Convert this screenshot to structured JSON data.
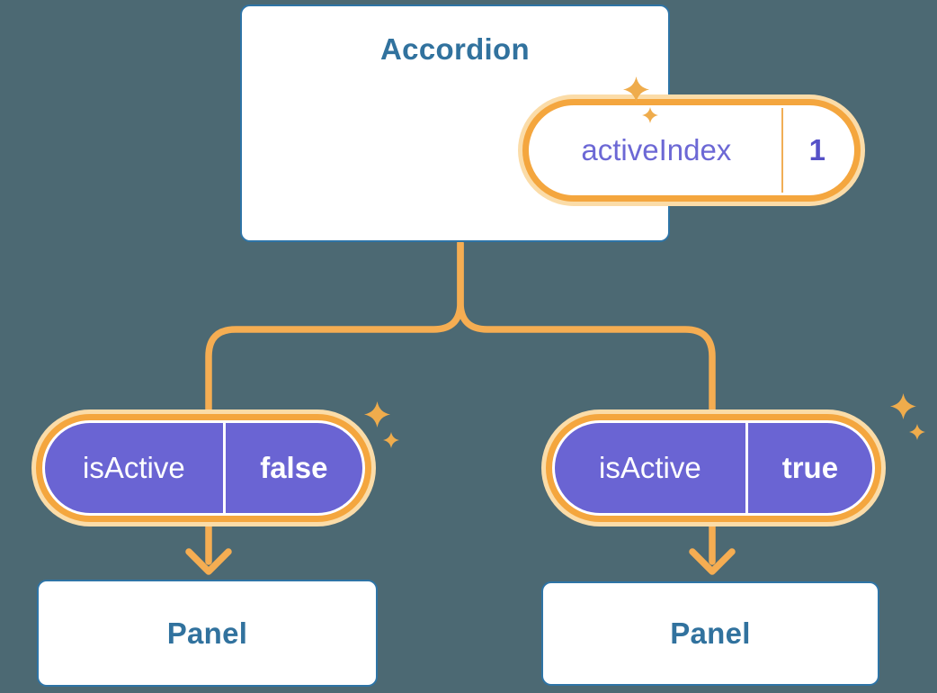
{
  "colors": {
    "background": "#4C6973",
    "card_bg": "#FFFFFF",
    "card_border": "#2E74A6",
    "title_text": "#31729E",
    "orange_line": "#F5AD52",
    "orange_ring": "#F4A63E",
    "orange_glow": "#FBDCA8",
    "orange_divider": "#F1AE56",
    "sparkle": "#EFAC4C",
    "purple_bg": "#6A64D3",
    "purple_label": "#6C68D5",
    "purple_value": "#5551C7",
    "white": "#FFFFFF"
  },
  "diagram": {
    "root": {
      "title": "Accordion",
      "state": {
        "label": "activeIndex",
        "value": "1"
      }
    },
    "children": [
      {
        "label": "isActive",
        "value": "false",
        "target": "Panel"
      },
      {
        "label": "isActive",
        "value": "true",
        "target": "Panel"
      }
    ]
  }
}
